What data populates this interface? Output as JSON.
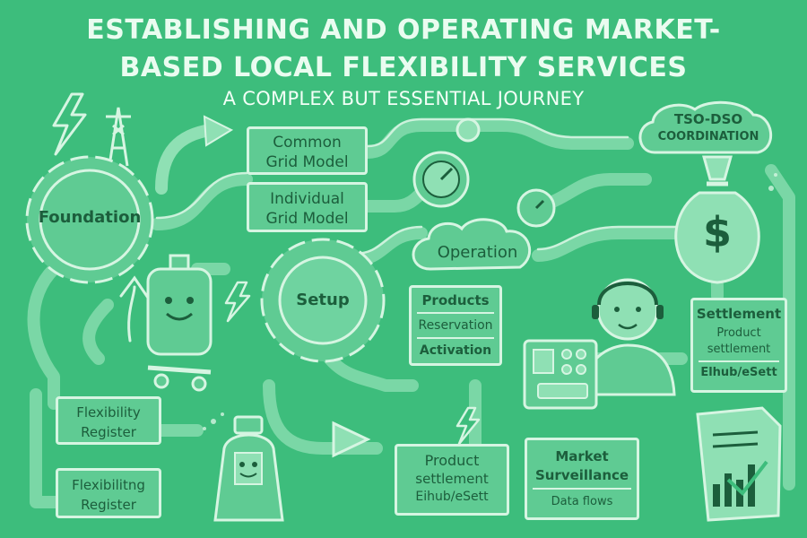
{
  "title": {
    "line1": "ESTABLISHING AND OPERATING MARKET-",
    "line2": "BASED LOCAL FLEXIBILITY SERVICES",
    "subtitle": "A COMPLEX BUT ESSENTIAL JOURNEY"
  },
  "nodes": {
    "foundation": "Foundation",
    "setup": "Setup",
    "operation": "Operation",
    "tso_dso": {
      "line1": "TSO-DSO",
      "line2": "COORDINATION"
    },
    "common_grid": {
      "line1": "Common",
      "line2": "Grid Model"
    },
    "individual_grid": {
      "line1": "Individual",
      "line2": "Grid Model"
    },
    "products_box": {
      "products": "Products",
      "reservation": "Reservation",
      "activation": "Activation"
    },
    "settlement_box": {
      "settlement": "Settlement",
      "product_settlement": "Product settlement",
      "ehub": "Elhub/eSett"
    },
    "flex_register_1": {
      "line1": "Flexibility",
      "line2": "Register"
    },
    "flex_register_2": {
      "line1": "Flexibilitng",
      "line2": "Register"
    },
    "product_settlement_box": {
      "line1": "Product",
      "line2": "settlement",
      "line3": "Eihub/eSett"
    },
    "market_surveillance": {
      "line1": "Market",
      "line2": "Surveillance",
      "line3": "Data flows"
    },
    "money_symbol": "$"
  },
  "icons": [
    "lightning-icon",
    "power-tower-icon",
    "gear-icon",
    "battery-character-icon",
    "money-bag-icon",
    "gauge-icon",
    "operator-character-icon",
    "control-panel-icon",
    "report-chart-icon",
    "ev-charger-character-icon",
    "arrow-icon"
  ],
  "colors": {
    "background": "#3dbd7c",
    "light": "#d6f5e2",
    "box_fill": "#5fcb93",
    "text_dark": "#1c5e3c",
    "title": "#eafcf0"
  }
}
